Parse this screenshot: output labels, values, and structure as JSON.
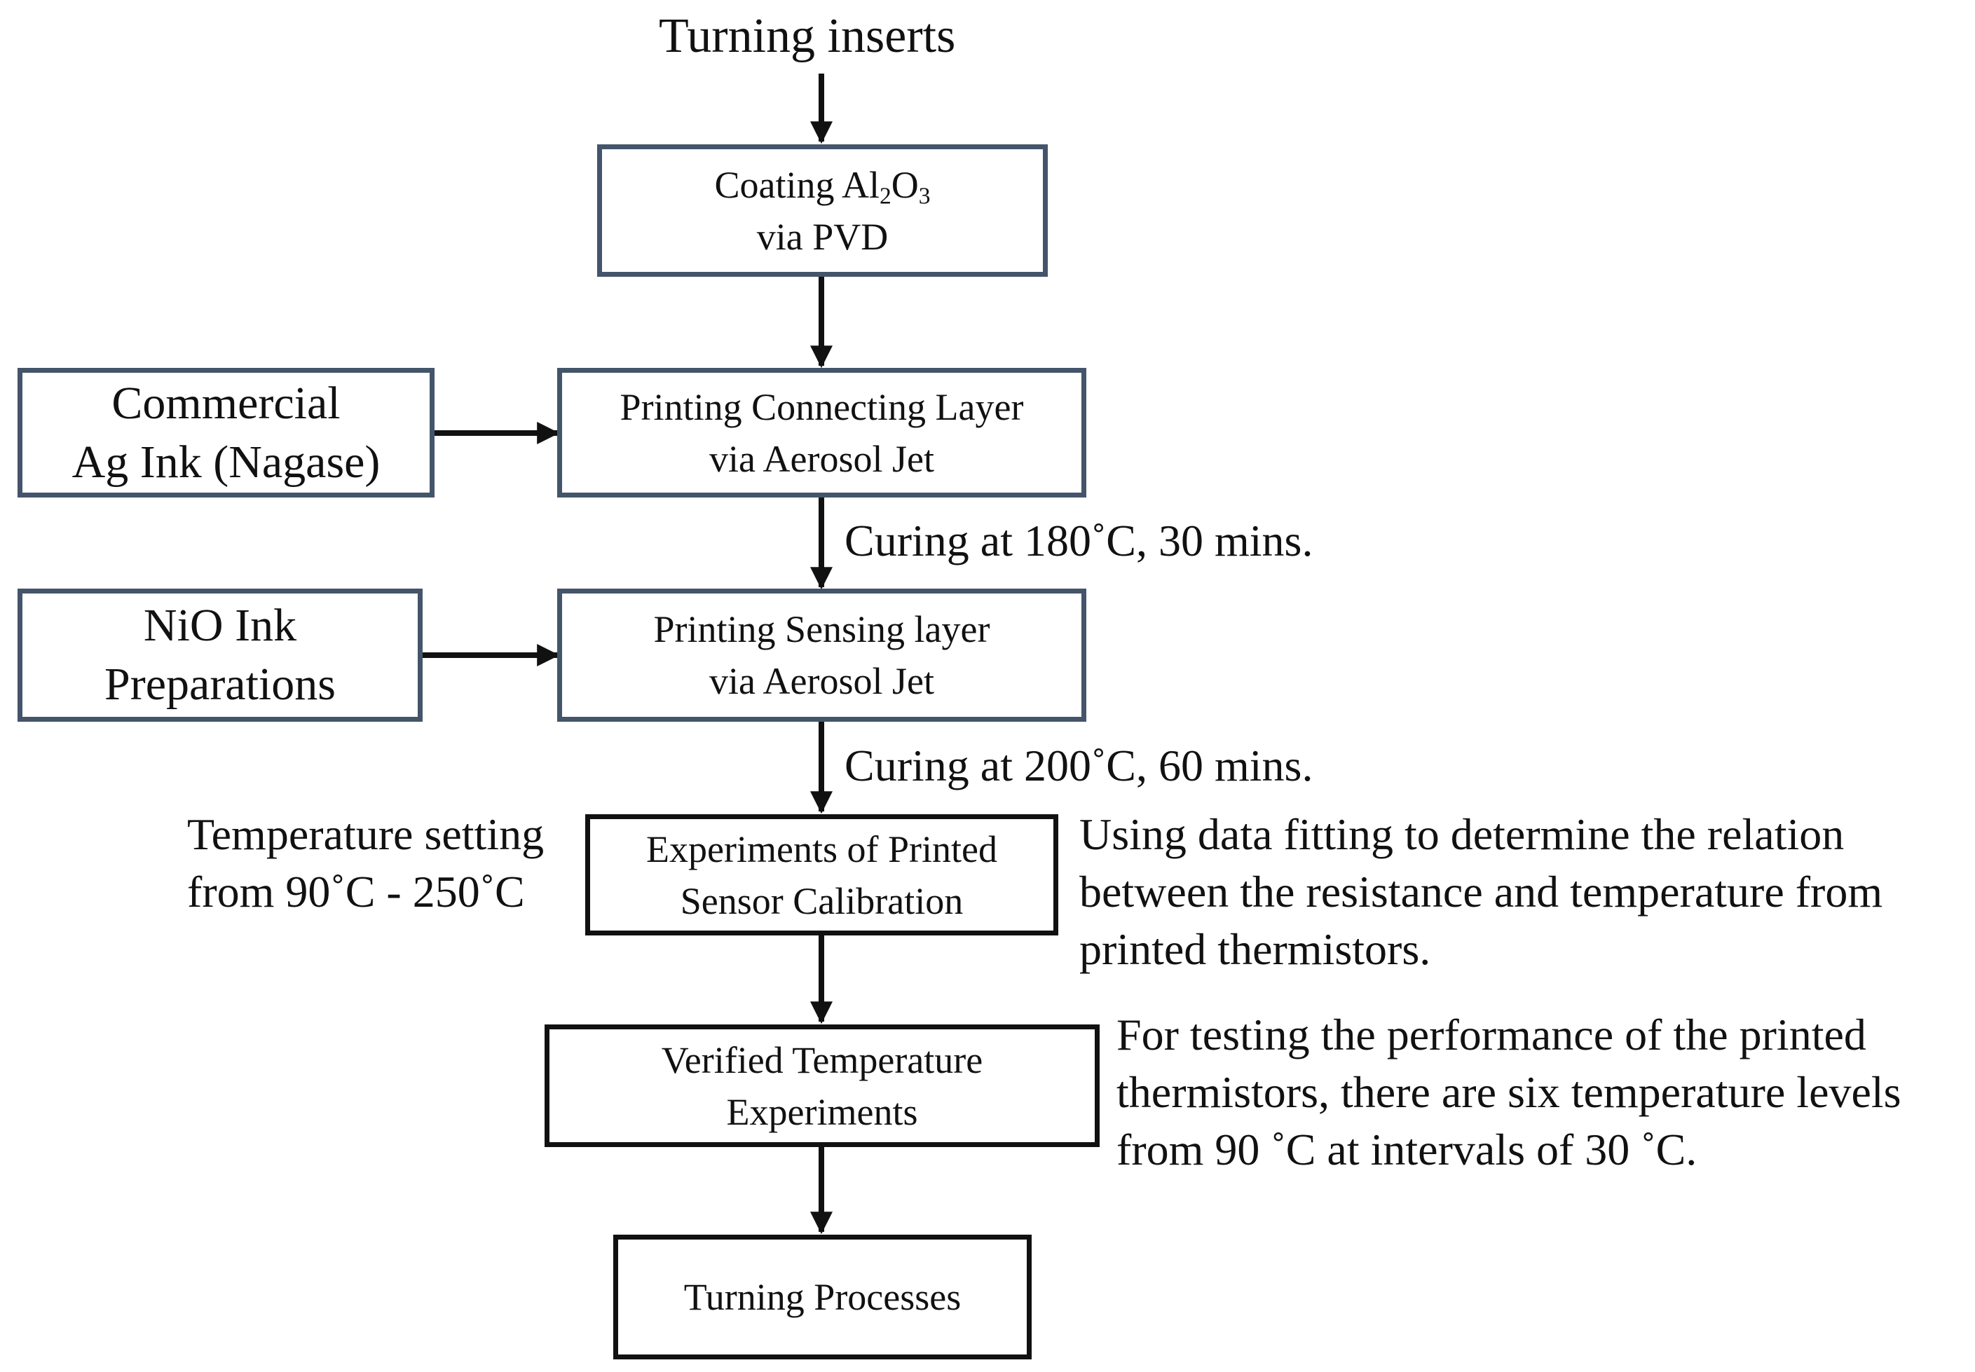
{
  "top_label": "Turning inserts",
  "boxes": {
    "coating": {
      "line1_prefix": "Coating Al",
      "sub1": "2",
      "mid": "O",
      "sub2": "3",
      "line2": "via PVD"
    },
    "connecting": {
      "line1": "Printing Connecting Layer",
      "line2": "via Aerosol Jet"
    },
    "ag_ink": {
      "line1": "Commercial",
      "line2": "Ag Ink (Nagase)"
    },
    "sensing": {
      "line1": "Printing Sensing layer",
      "line2": "via Aerosol Jet"
    },
    "nio_ink": {
      "line1": "NiO Ink",
      "line2": "Preparations"
    },
    "calibration": {
      "line1": "Experiments of Printed",
      "line2": "Sensor Calibration"
    },
    "verified": {
      "line1": "Verified Temperature",
      "line2": "Experiments"
    },
    "turning": {
      "line1": "Turning Processes"
    }
  },
  "annotations": {
    "curing1": "Curing at 180˚C, 30 mins.",
    "curing2": "Curing at 200˚C, 60 mins.",
    "temp_setting": {
      "line1": "Temperature setting",
      "line2": "from 90˚C - 250˚C"
    },
    "data_fitting": {
      "line1": "Using data fitting to determine the relation",
      "line2": "between the resistance and temperature from",
      "line3": "printed thermistors."
    },
    "testing": {
      "line1": "For testing the performance of the printed",
      "line2": "thermistors, there are  six temperature levels",
      "line3": "from 90 ˚C at intervals of 30 ˚C."
    }
  },
  "colors": {
    "blue_border": "#44546a",
    "black_border": "#111111",
    "arrow": "#111111"
  }
}
